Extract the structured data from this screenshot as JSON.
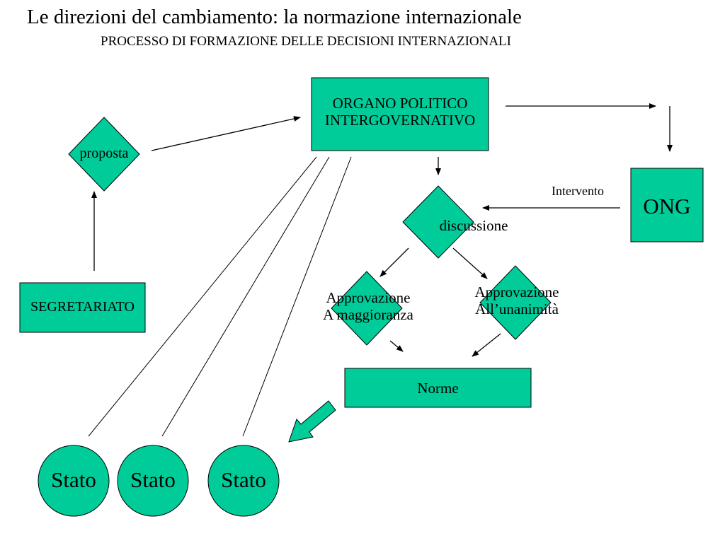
{
  "header": {
    "title": "Le direzioni del cambiamento: la normazione internazionale",
    "subtitle": "PROCESSO DI FORMAZIONE DELLE DECISIONI INTERNAZIONALI"
  },
  "diagram": {
    "organo_line1": "ORGANO POLITICO",
    "organo_line2": "INTERGOVERNATIVO",
    "proposta": "proposta",
    "segretariato": "SEGRETARIATO",
    "discussione": "discussione",
    "ong": "ONG",
    "intervento": "Intervento",
    "maggioranza_line1": "Approvazione",
    "maggioranza_line2": "A maggioranza",
    "unanimita_line1": "Approvazione",
    "unanimita_line2": "All’unanimità",
    "norme": "Norme",
    "stati": [
      "Stato",
      "Stato",
      "Stato"
    ]
  },
  "colors": {
    "shape_fill": "#00cc99",
    "stroke": "#000000"
  }
}
